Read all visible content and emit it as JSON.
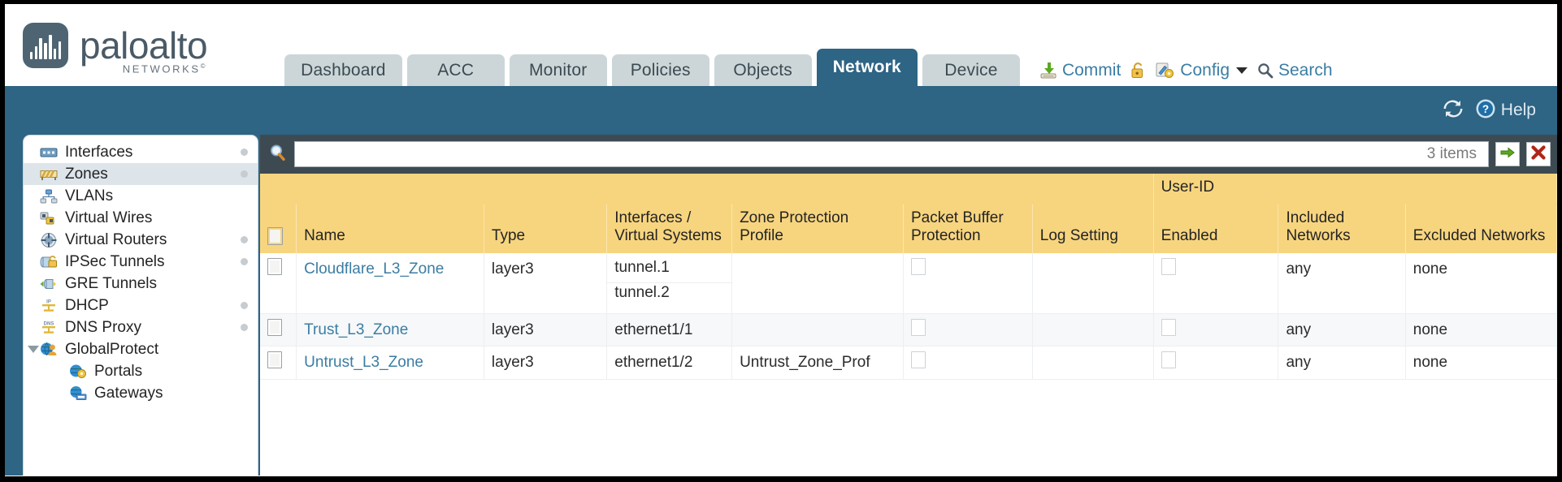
{
  "brand": {
    "name": "paloalto",
    "tagline": "NETWORKS",
    "registered": "©",
    "logo_icon": "paloalto-logo-icon"
  },
  "nav_tabs": [
    {
      "label": "Dashboard",
      "active": false
    },
    {
      "label": "ACC",
      "active": false
    },
    {
      "label": "Monitor",
      "active": false
    },
    {
      "label": "Policies",
      "active": false
    },
    {
      "label": "Objects",
      "active": false
    },
    {
      "label": "Network",
      "active": true
    },
    {
      "label": "Device",
      "active": false
    }
  ],
  "header_actions": {
    "commit": {
      "label": "Commit",
      "icon": "commit-icon"
    },
    "lock": {
      "label": "",
      "icon": "lock-icon"
    },
    "config": {
      "label": "Config",
      "icon": "config-icon",
      "caret": "chevron-down-icon"
    },
    "search": {
      "label": "Search",
      "icon": "search-icon"
    }
  },
  "blueband": {
    "refresh_icon": "refresh-icon",
    "help_label": "Help",
    "help_icon": "help-icon"
  },
  "sidebar": {
    "items": [
      {
        "label": "Interfaces",
        "icon": "interfaces-icon",
        "selected": false,
        "dot": true,
        "child": false,
        "expander": false
      },
      {
        "label": "Zones",
        "icon": "zones-icon",
        "selected": true,
        "dot": true,
        "child": false,
        "expander": false
      },
      {
        "label": "VLANs",
        "icon": "vlans-icon",
        "selected": false,
        "dot": false,
        "child": false,
        "expander": false
      },
      {
        "label": "Virtual Wires",
        "icon": "virtual-wires-icon",
        "selected": false,
        "dot": false,
        "child": false,
        "expander": false
      },
      {
        "label": "Virtual Routers",
        "icon": "virtual-routers-icon",
        "selected": false,
        "dot": true,
        "child": false,
        "expander": false
      },
      {
        "label": "IPSec Tunnels",
        "icon": "ipsec-tunnels-icon",
        "selected": false,
        "dot": true,
        "child": false,
        "expander": false
      },
      {
        "label": "GRE Tunnels",
        "icon": "gre-tunnels-icon",
        "selected": false,
        "dot": false,
        "child": false,
        "expander": false
      },
      {
        "label": "DHCP",
        "icon": "dhcp-icon",
        "selected": false,
        "dot": true,
        "child": false,
        "expander": false
      },
      {
        "label": "DNS Proxy",
        "icon": "dns-proxy-icon",
        "selected": false,
        "dot": true,
        "child": false,
        "expander": false
      },
      {
        "label": "GlobalProtect",
        "icon": "globalprotect-icon",
        "selected": false,
        "dot": false,
        "child": false,
        "expander": true
      },
      {
        "label": "Portals",
        "icon": "portals-icon",
        "selected": false,
        "dot": false,
        "child": true,
        "expander": false
      },
      {
        "label": "Gateways",
        "icon": "gateways-icon",
        "selected": false,
        "dot": false,
        "child": true,
        "expander": false
      }
    ]
  },
  "filterbar": {
    "search_icon": "search-icon",
    "search_value": "",
    "search_placeholder": "",
    "items_count": "3 items",
    "apply_icon": "green-arrow-icon",
    "clear_icon": "red-x-icon"
  },
  "table": {
    "group_header": {
      "label": "User-ID",
      "spans": [
        "Enabled",
        "Included Networks",
        "Excluded Networks"
      ]
    },
    "columns": [
      "Name",
      "Type",
      "Interfaces / Virtual Systems",
      "Zone Protection Profile",
      "Packet Buffer Protection",
      "Log Setting",
      "Enabled",
      "Included Networks",
      "Excluded Networks"
    ],
    "rows": [
      {
        "checked": false,
        "name": "Cloudflare_L3_Zone",
        "type": "layer3",
        "interfaces": [
          "tunnel.1",
          "tunnel.2"
        ],
        "zone_protection_profile": "",
        "packet_buffer_protection": false,
        "log_setting": "",
        "userid_enabled": false,
        "included_networks": "any",
        "excluded_networks": "none"
      },
      {
        "checked": false,
        "name": "Trust_L3_Zone",
        "type": "layer3",
        "interfaces": [
          "ethernet1/1"
        ],
        "zone_protection_profile": "",
        "packet_buffer_protection": false,
        "log_setting": "",
        "userid_enabled": false,
        "included_networks": "any",
        "excluded_networks": "none"
      },
      {
        "checked": false,
        "name": "Untrust_L3_Zone",
        "type": "layer3",
        "interfaces": [
          "ethernet1/2"
        ],
        "zone_protection_profile": "Untrust_Zone_Prof",
        "packet_buffer_protection": false,
        "log_setting": "",
        "userid_enabled": false,
        "included_networks": "any",
        "excluded_networks": "none"
      }
    ]
  },
  "colors": {
    "brand_blue": "#2e6484",
    "tab_inactive": "#ccd6d8",
    "table_header_amber": "#f7d57f",
    "group_header_amber": "#e9be5b",
    "link_blue": "#3b7da3",
    "filterbar_dark": "#3e4a52"
  }
}
